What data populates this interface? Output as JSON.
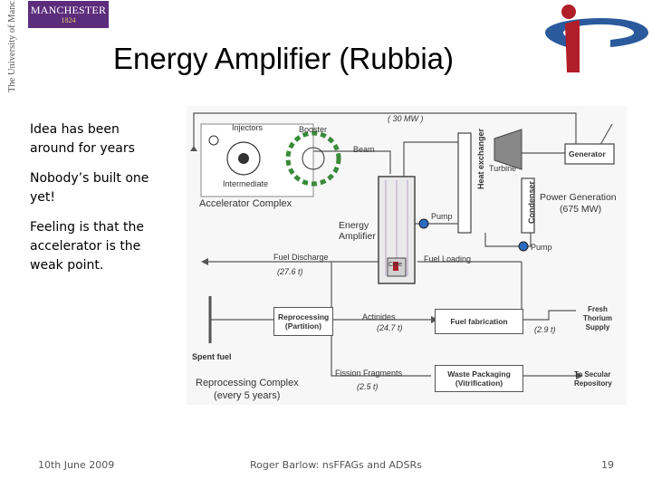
{
  "header": {
    "university_logo_text": "MANCHESTER",
    "university_logo_year": "1824",
    "university_vertical": "The University of Manchester",
    "colors": {
      "manchester_purple": "#5c2d7c",
      "ic_blue": "#2a5a9c",
      "ic_red": "#b01e2a"
    }
  },
  "title": "Energy Amplifier (Rubbia)",
  "bullets": [
    "Idea has been around for years",
    "Nobody’s built one yet!",
    "Feeling is that the accelerator is the weak point."
  ],
  "diagram": {
    "top_power": "( 30 MW )",
    "injectors": "Injectors",
    "booster": "Booster",
    "beam": "Beam",
    "intermediate": "Intermediate",
    "accelerator_complex": "Accelerator Complex",
    "turbine": "Turbine",
    "generator": "Generator",
    "heat_exchanger": "Heat exchanger",
    "condenser": "Condenser",
    "power_generation": "Power Generation",
    "power_generation_mw": "(675 MW)",
    "pump_1": "Pump",
    "pump_2": "Pump",
    "energy_amplifier": "Energy Amplifier",
    "core": "Core",
    "fuel_discharge": "Fuel Discharge",
    "fuel_discharge_val": "(27.6 t)",
    "fuel_loading": "Fuel Loading",
    "reprocessing": "Reprocessing (Partition)",
    "actinides": "Actinides",
    "actinides_val": "(24.7 t)",
    "fuel_fabrication": "Fuel fabrication",
    "fab_val": "(2.9 t)",
    "fresh_thorium": "Fresh Thorium Supply",
    "spent_fuel": "Spent fuel",
    "fission_fragments": "Fission Fragments",
    "ff_val": "(2.5 t)",
    "waste_packaging": "Waste Packaging (Vitrification)",
    "secular_repository": "To Secular Repository",
    "reprocessing_complex": "Reprocessing Complex",
    "reprocessing_complex_sub": "(every 5 years)"
  },
  "footer": {
    "date": "10th June 2009",
    "author": "Roger Barlow: nsFFAGs and ADSRs",
    "page": "19"
  }
}
